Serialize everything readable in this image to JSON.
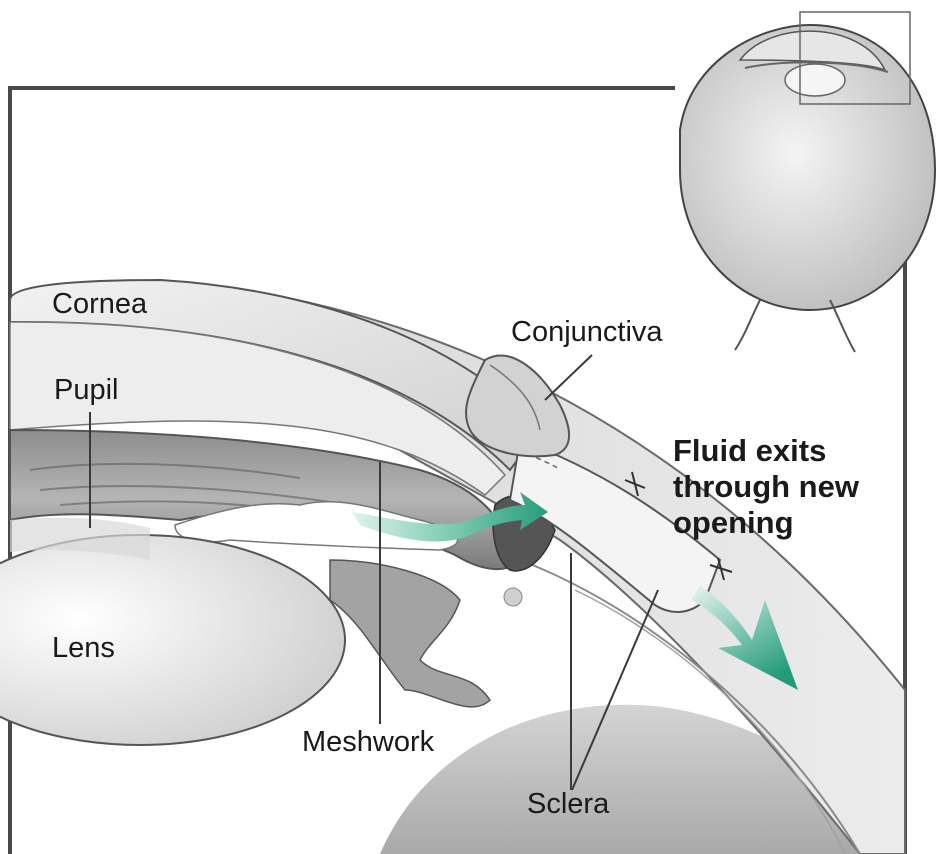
{
  "labels": {
    "cornea": "Cornea",
    "pupil": "Pupil",
    "lens": "Lens",
    "conjunctiva": "Conjunctiva",
    "meshwork": "Meshwork",
    "sclera": "Sclera",
    "fluid_line1": "Fluid exits",
    "fluid_line2": "through new",
    "fluid_line3": "opening"
  },
  "colors": {
    "fluid_arrow": "#2aa082",
    "fluid_arrow_light": "#bfe6d9",
    "tissue_gray": "#b9b9b9",
    "outline": "#4a4a4a"
  }
}
